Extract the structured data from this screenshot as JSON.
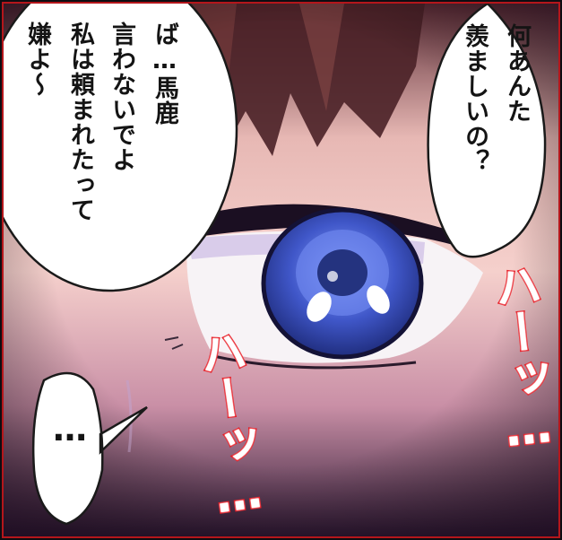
{
  "panel": {
    "bubble_left_lines": [
      "ば…馬鹿",
      "言わないでよ",
      "私は頼まれたって",
      "嫌よ〜"
    ],
    "bubble_right_lines": [
      "何あんた",
      "羨ましいの？"
    ],
    "bubble_bottom_text": "…",
    "sfx_right": "ハーッ…",
    "sfx_left": "ハーッ…"
  },
  "colors": {
    "border": "#b4161b",
    "sfx_outline": "#e8141d",
    "iris": "#3d4fb8",
    "skin": "#f3c6c4",
    "shadow": "#3a1d3c"
  }
}
